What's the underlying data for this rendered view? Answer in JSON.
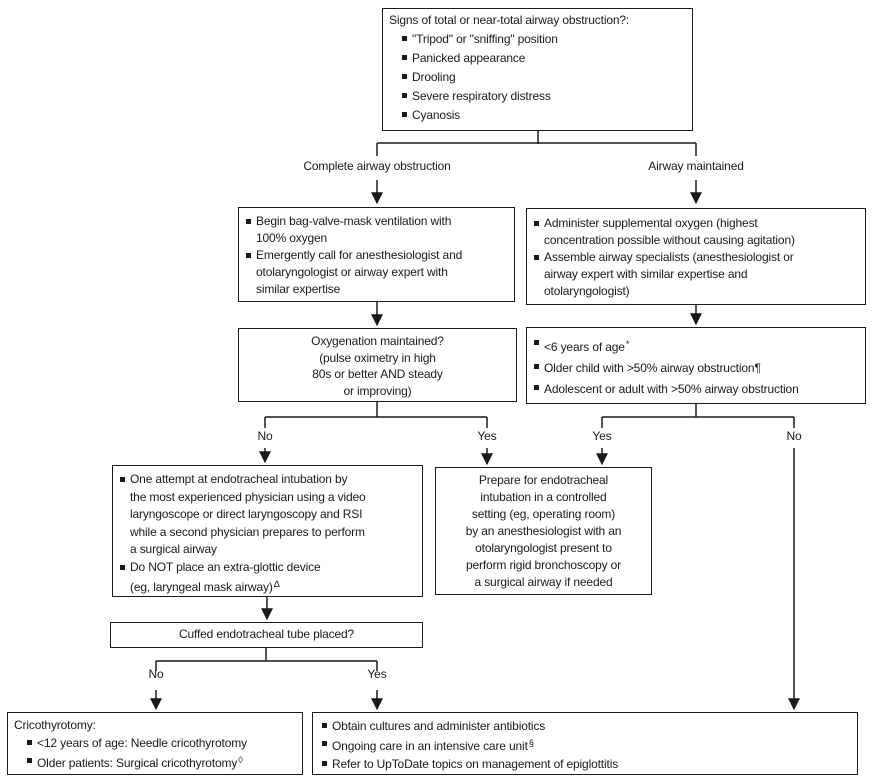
{
  "colors": {
    "line": "#1a1a1a",
    "text": "#1a1a1a",
    "background": "#ffffff"
  },
  "labels": {
    "branch_complete": "Complete airway obstruction",
    "branch_maintained": "Airway maintained",
    "oxy_no": "No",
    "oxy_yes": "Yes",
    "age_yes": "Yes",
    "age_no": "No",
    "tube_no": "No",
    "tube_yes": "Yes"
  },
  "boxes": {
    "signs": {
      "title": "Signs of total or near-total airway obstruction?:",
      "items": [
        {
          "lines": [
            "\"Tripod\" or \"sniffing\" position"
          ]
        },
        {
          "lines": [
            "Panicked appearance"
          ]
        },
        {
          "lines": [
            "Drooling"
          ]
        },
        {
          "lines": [
            "Severe respiratory distress"
          ]
        },
        {
          "lines": [
            "Cyanosis"
          ]
        }
      ]
    },
    "bvm": {
      "items": [
        {
          "lines": [
            "Begin bag-valve-mask ventilation with",
            "100% oxygen"
          ]
        },
        {
          "lines": [
            "Emergently call for anesthesiologist and",
            "otolaryngologist or airway expert with",
            "similar expertise"
          ]
        }
      ]
    },
    "oxygen": {
      "items": [
        {
          "lines": [
            "Administer supplemental oxygen (highest",
            "concentration possible without causing agitation)"
          ]
        },
        {
          "lines": [
            "Assemble airway specialists (anesthesiologist or",
            "airway expert with similar expertise and",
            "otolaryngologist)"
          ]
        }
      ]
    },
    "oxy_maintained": {
      "lines": [
        "Oxygenation maintained?",
        "(pulse oximetry in high",
        "80s or better AND steady",
        "or improving)"
      ]
    },
    "age_criteria": {
      "items": [
        {
          "lines": [
            "<6 years of age"
          ],
          "sup": "*"
        },
        {
          "lines": [
            "Older child with >50% airway obstruction"
          ],
          "sup": "¶"
        },
        {
          "lines": [
            "Adolescent or adult with >50% airway obstruction"
          ]
        }
      ]
    },
    "intubation": {
      "items": [
        {
          "lines": [
            "One attempt at endotracheal intubation by",
            "the most experienced physician using a video",
            "laryngoscope or direct laryngoscopy and RSI",
            "while a second physician prepares to perform",
            "a surgical airway"
          ]
        },
        {
          "lines": [
            "Do NOT place an extra-glottic device",
            "(eg, laryngeal mask airway)"
          ],
          "sup": "Δ"
        }
      ]
    },
    "prepare": {
      "lines": [
        "Prepare for endotracheal",
        "intubation in a controlled",
        "setting (eg, operating room)",
        "by an anesthesiologist with an",
        "otolaryngologist present to",
        "perform rigid bronchoscopy or",
        "a surgical airway if needed"
      ]
    },
    "cuffed": {
      "question": "Cuffed endotracheal tube placed?"
    },
    "crico": {
      "title": "Cricothyrotomy:",
      "items": [
        {
          "lines": [
            "<12 years of age: Needle cricothyrotomy"
          ]
        },
        {
          "lines": [
            "Older patients: Surgical cricothyrotomy"
          ],
          "sup": "◊"
        }
      ]
    },
    "aftercare": {
      "items": [
        {
          "lines": [
            "Obtain cultures and administer antibiotics"
          ]
        },
        {
          "lines": [
            "Ongoing care in an intensive care unit"
          ],
          "sup": "§"
        },
        {
          "lines": [
            "Refer to UpToDate topics on management of epiglottitis"
          ]
        }
      ]
    }
  }
}
